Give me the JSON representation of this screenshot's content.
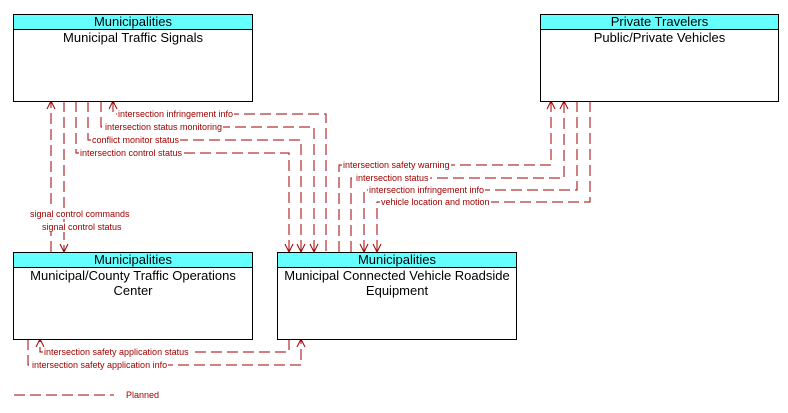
{
  "boxes": {
    "signals": {
      "category": "Municipalities",
      "name": "Municipal Traffic Signals"
    },
    "vehicles": {
      "category": "Private Travelers",
      "name": "Public/Private Vehicles"
    },
    "toc": {
      "category": "Municipalities",
      "name": "Municipal/County Traffic Operations Center"
    },
    "rse": {
      "category": "Municipalities",
      "name": "Municipal Connected Vehicle Roadside Equipment"
    }
  },
  "flows": {
    "intersection_infringement_info_signals": "intersection infringement info",
    "intersection_status_monitoring": "intersection status monitoring",
    "conflict_monitor_status": "conflict monitor status",
    "intersection_control_status": "intersection control status",
    "intersection_safety_warning": "intersection safety warning",
    "intersection_status": "intersection status",
    "intersection_infringement_info_vehicles": "intersection infringement info",
    "vehicle_location_and_motion": "vehicle location and motion",
    "signal_control_commands": "signal control commands",
    "signal_control_status": "signal control status",
    "intersection_safety_application_status": "intersection safety application status",
    "intersection_safety_application_info": "intersection safety application info"
  },
  "legend": {
    "planned": "Planned"
  },
  "colors": {
    "header_fill": "#66ffff",
    "flow_planned": "#a00000"
  }
}
